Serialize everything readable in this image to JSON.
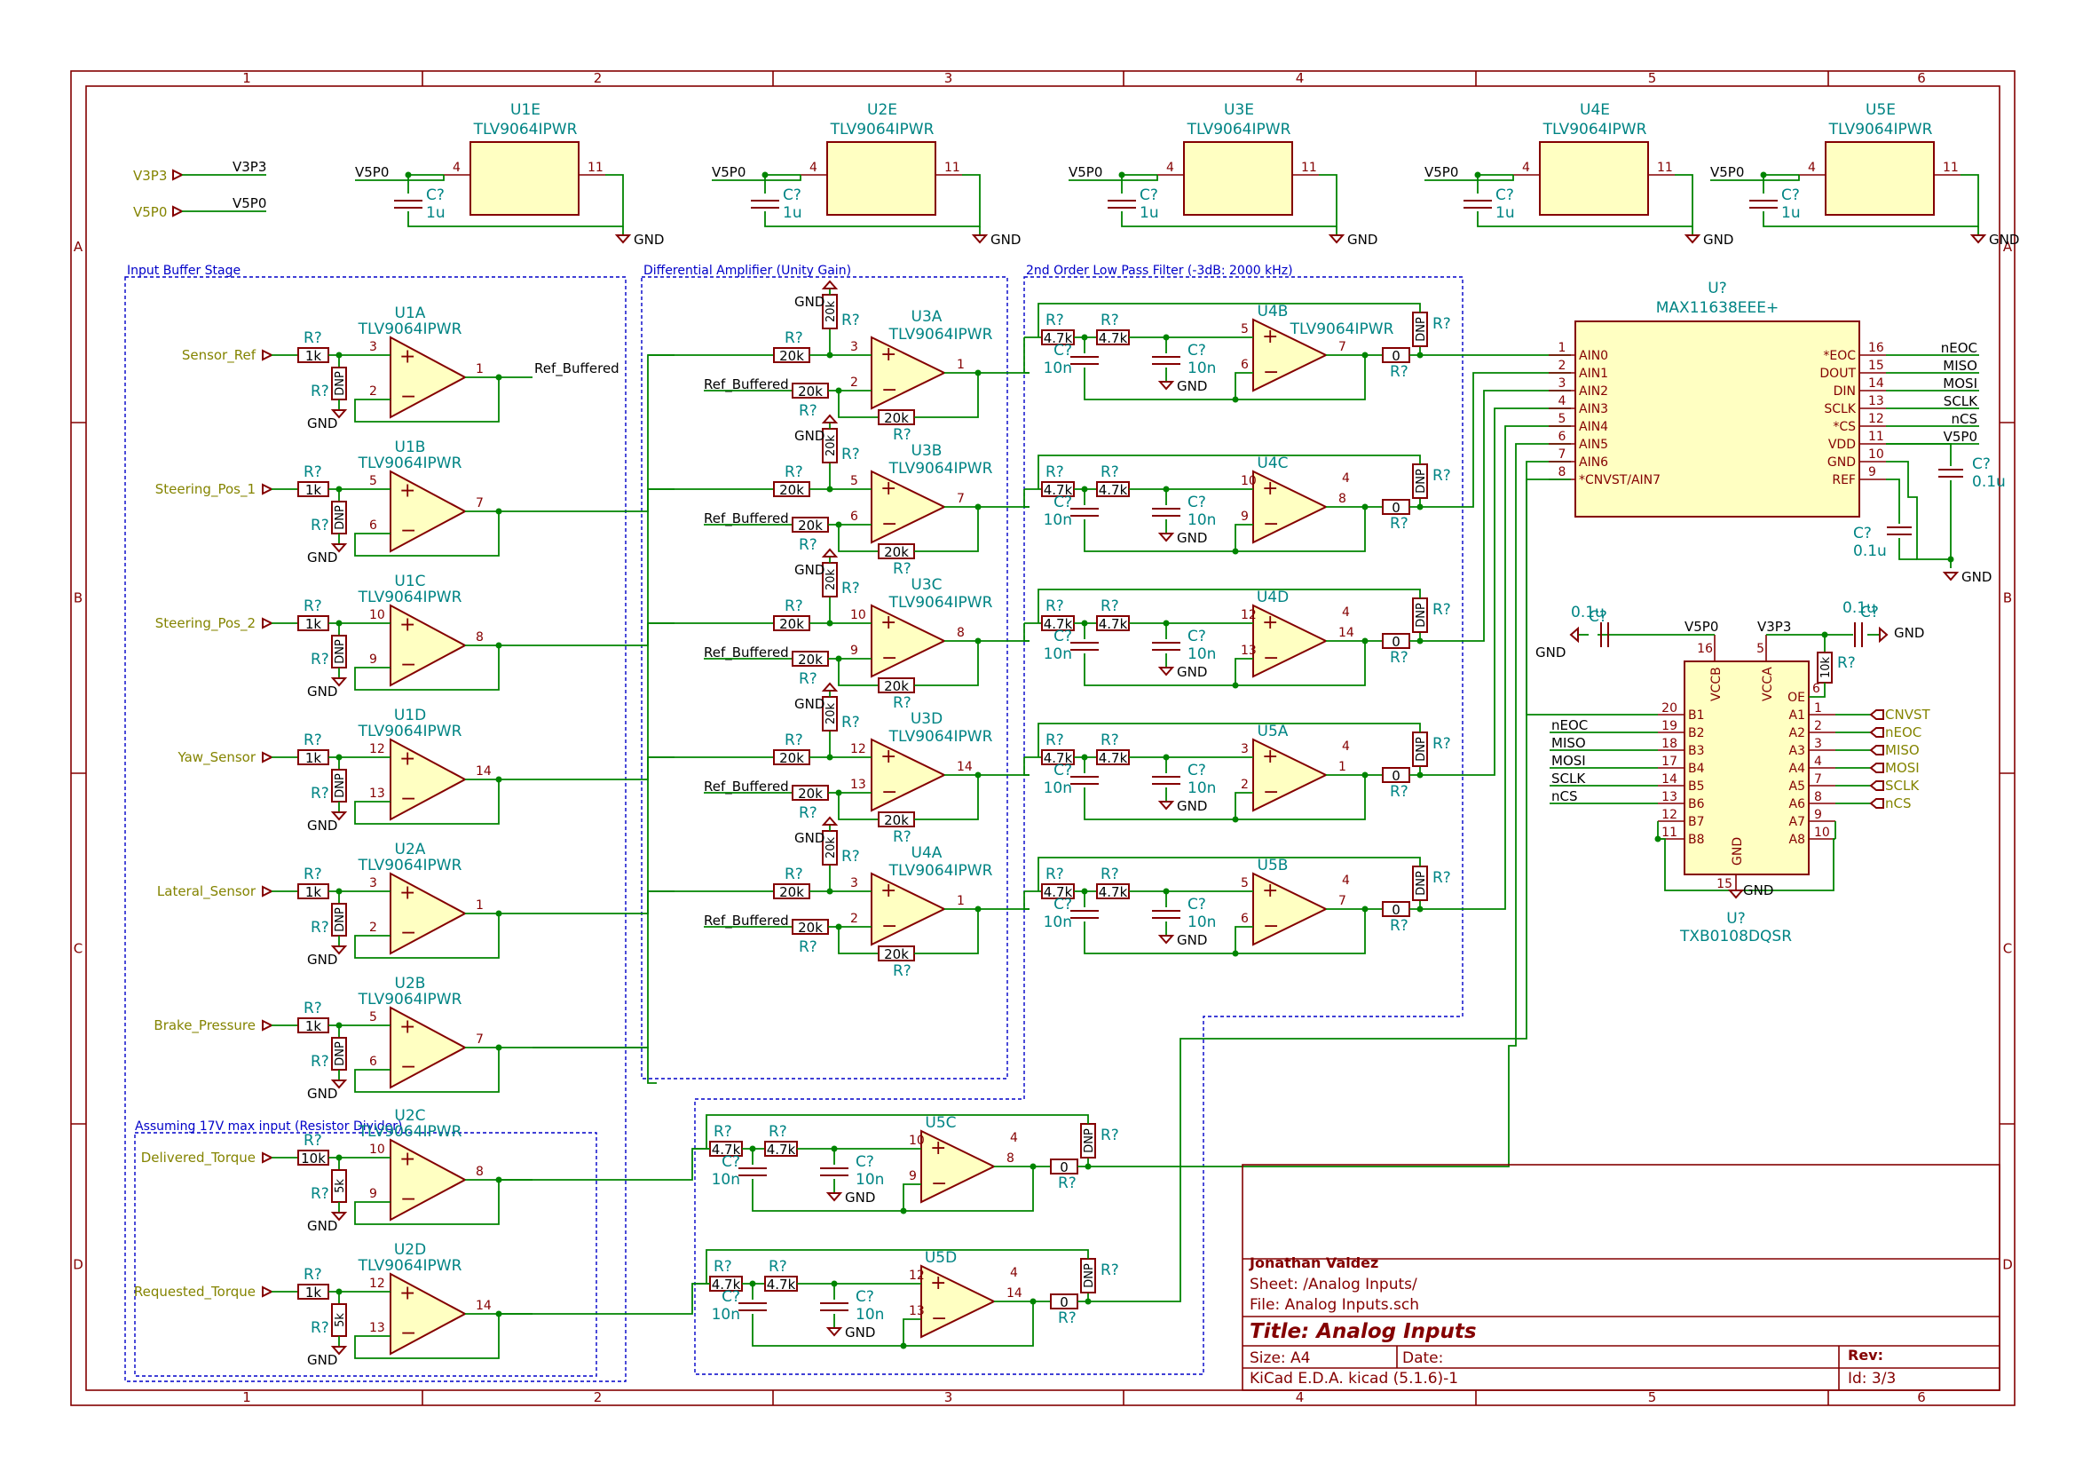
{
  "frame": {
    "columns": [
      "1",
      "2",
      "3",
      "4",
      "5",
      "6"
    ],
    "rows": [
      "A",
      "B",
      "C",
      "D"
    ]
  },
  "title_block": {
    "author": "Jonathan Valdez",
    "sheet_path": "Sheet: /Analog Inputs/",
    "file": "File: Analog Inputs.sch",
    "title": "Title: Analog Inputs",
    "size": "Size: A4",
    "date": "Date:",
    "rev": "Rev:",
    "tool": "KiCad E.D.A.  kicad (5.1.6)-1",
    "id": "Id: 3/3"
  },
  "power_units": [
    {
      "ref": "U1E",
      "value": "TLV9064IPWR",
      "vin": "V5P0",
      "pin_in": "4",
      "pin_out": "11",
      "cap_ref": "C?",
      "cap_val": "1u",
      "gnd": "GND"
    },
    {
      "ref": "U2E",
      "value": "TLV9064IPWR",
      "vin": "V5P0",
      "pin_in": "4",
      "pin_out": "11",
      "cap_ref": "C?",
      "cap_val": "1u",
      "gnd": "GND"
    },
    {
      "ref": "U3E",
      "value": "TLV9064IPWR",
      "vin": "V5P0",
      "pin_in": "4",
      "pin_out": "11",
      "cap_ref": "C?",
      "cap_val": "1u",
      "gnd": "GND"
    },
    {
      "ref": "U4E",
      "value": "TLV9064IPWR",
      "vin": "V5P0",
      "pin_in": "4",
      "pin_out": "11",
      "cap_ref": "C?",
      "cap_val": "1u",
      "gnd": "GND"
    },
    {
      "ref": "U5E",
      "value": "TLV9064IPWR",
      "vin": "V5P0",
      "pin_in": "4",
      "pin_out": "11",
      "cap_ref": "C?",
      "cap_val": "1u",
      "gnd": "GND"
    }
  ],
  "rails": [
    {
      "port": "V3P3",
      "net": "V3P3"
    },
    {
      "port": "V5P0",
      "net": "V5P0"
    }
  ],
  "sections": {
    "input_buffer": "Input Buffer Stage",
    "diff_amp": "Differential Amplifier (Unity Gain)",
    "lpf": "2nd Order Low Pass Filter (-3dB: 2000 kHz)",
    "divider": "Assuming 17V max input (Resistor Divider)"
  },
  "buffers": [
    {
      "ref": "U1A",
      "value": "TLV9064IPWR",
      "label": "Sensor_Ref",
      "r1": "1k",
      "r2": "DNP",
      "pin_p": "3",
      "pin_n": "2",
      "pin_o": "1",
      "net": "Ref_Buffered"
    },
    {
      "ref": "U1B",
      "value": "TLV9064IPWR",
      "label": "Steering_Pos_1",
      "r1": "1k",
      "r2": "DNP",
      "pin_p": "5",
      "pin_n": "6",
      "pin_o": "7",
      "net": ""
    },
    {
      "ref": "U1C",
      "value": "TLV9064IPWR",
      "label": "Steering_Pos_2",
      "r1": "1k",
      "r2": "DNP",
      "pin_p": "10",
      "pin_n": "9",
      "pin_o": "8",
      "net": ""
    },
    {
      "ref": "U1D",
      "value": "TLV9064IPWR",
      "label": "Yaw_Sensor",
      "r1": "1k",
      "r2": "DNP",
      "pin_p": "12",
      "pin_n": "13",
      "pin_o": "14",
      "net": ""
    },
    {
      "ref": "U2A",
      "value": "TLV9064IPWR",
      "label": "Lateral_Sensor",
      "r1": "1k",
      "r2": "DNP",
      "pin_p": "3",
      "pin_n": "2",
      "pin_o": "1",
      "net": ""
    },
    {
      "ref": "U2B",
      "value": "TLV9064IPWR",
      "label": "Brake_Pressure",
      "r1": "1k",
      "r2": "DNP",
      "pin_p": "5",
      "pin_n": "6",
      "pin_o": "7",
      "net": ""
    },
    {
      "ref": "U2C",
      "value": "TLV9064IPWR",
      "label": "Delivered_Torque",
      "r1": "10k",
      "r2": "5k",
      "pin_p": "10",
      "pin_n": "9",
      "pin_o": "8",
      "net": ""
    },
    {
      "ref": "U2D",
      "value": "TLV9064IPWR",
      "label": "Requested_Torque",
      "r1": "1k",
      "r2": "5k",
      "pin_p": "12",
      "pin_n": "13",
      "pin_o": "14",
      "net": ""
    }
  ],
  "diffamps": [
    {
      "ref": "U3A",
      "value": "TLV9064IPWR",
      "rin": "20k",
      "rref": "20k",
      "rg": "20k",
      "rf": "20k",
      "pin_p": "3",
      "pin_n": "2",
      "pin_o": "1",
      "ref_net": "Ref_Buffered",
      "gnd": "GND",
      "rdes": "R?"
    },
    {
      "ref": "U3B",
      "value": "TLV9064IPWR",
      "rin": "20k",
      "rref": "20k",
      "rg": "20k",
      "rf": "20k",
      "pin_p": "5",
      "pin_n": "6",
      "pin_o": "7",
      "ref_net": "Ref_Buffered",
      "gnd": "GND",
      "rdes": "R?"
    },
    {
      "ref": "U3C",
      "value": "TLV9064IPWR",
      "rin": "20k",
      "rref": "20k",
      "rg": "20k",
      "rf": "20k",
      "pin_p": "10",
      "pin_n": "9",
      "pin_o": "8",
      "ref_net": "Ref_Buffered",
      "gnd": "GND",
      "rdes": "R?"
    },
    {
      "ref": "U3D",
      "value": "TLV9064IPWR",
      "rin": "20k",
      "rref": "20k",
      "rg": "20k",
      "rf": "20k",
      "pin_p": "12",
      "pin_n": "13",
      "pin_o": "14",
      "ref_net": "Ref_Buffered",
      "gnd": "GND",
      "rdes": "R?"
    },
    {
      "ref": "U4A",
      "value": "TLV9064IPWR",
      "rin": "20k",
      "rref": "20k",
      "rg": "20k",
      "rf": "20k",
      "pin_p": "3",
      "pin_n": "2",
      "pin_o": "1",
      "ref_net": "Ref_Buffered",
      "gnd": "GND",
      "rdes": "R?"
    }
  ],
  "filters": [
    {
      "ref": "U4B",
      "value": "TLV9064IPWR",
      "r1": "4.7k",
      "r2": "4.7k",
      "c1": "10n",
      "c2": "10n",
      "pin_p": "5",
      "pin_n": "6",
      "pin_o": "7",
      "pwr": "",
      "rs": "0",
      "rdnp": "DNP",
      "gnd": "GND"
    },
    {
      "ref": "U4C",
      "value": "",
      "r1": "4.7k",
      "r2": "4.7k",
      "c1": "10n",
      "c2": "10n",
      "pin_p": "10",
      "pin_n": "9",
      "pin_o": "8",
      "pwr": "4",
      "rs": "0",
      "rdnp": "DNP",
      "gnd": "GND"
    },
    {
      "ref": "U4D",
      "value": "",
      "r1": "4.7k",
      "r2": "4.7k",
      "c1": "10n",
      "c2": "10n",
      "pin_p": "12",
      "pin_n": "13",
      "pin_o": "14",
      "pwr": "4",
      "rs": "0",
      "rdnp": "DNP",
      "gnd": "GND"
    },
    {
      "ref": "U5A",
      "value": "",
      "r1": "4.7k",
      "r2": "4.7k",
      "c1": "10n",
      "c2": "10n",
      "pin_p": "3",
      "pin_n": "2",
      "pin_o": "1",
      "pwr": "4",
      "rs": "0",
      "rdnp": "DNP",
      "gnd": "GND"
    },
    {
      "ref": "U5B",
      "value": "",
      "r1": "4.7k",
      "r2": "4.7k",
      "c1": "10n",
      "c2": "10n",
      "pin_p": "5",
      "pin_n": "6",
      "pin_o": "7",
      "pwr": "4",
      "rs": "0",
      "rdnp": "DNP",
      "gnd": "GND"
    },
    {
      "ref": "U5C",
      "value": "",
      "r1": "4.7k",
      "r2": "4.7k",
      "c1": "10n",
      "c2": "10n",
      "pin_p": "10",
      "pin_n": "9",
      "pin_o": "8",
      "pwr": "4",
      "rs": "0",
      "rdnp": "DNP",
      "gnd": "GND"
    },
    {
      "ref": "U5D",
      "value": "",
      "r1": "4.7k",
      "r2": "4.7k",
      "c1": "10n",
      "c2": "10n",
      "pin_p": "12",
      "pin_n": "13",
      "pin_o": "14",
      "pwr": "4",
      "rs": "0",
      "rdnp": "DNP",
      "gnd": "GND"
    }
  ],
  "adc": {
    "ref": "U?",
    "value": "MAX11638EEE+",
    "left_pins": [
      {
        "num": "1",
        "name": "AIN0"
      },
      {
        "num": "2",
        "name": "AIN1"
      },
      {
        "num": "3",
        "name": "AIN2"
      },
      {
        "num": "4",
        "name": "AIN3"
      },
      {
        "num": "5",
        "name": "AIN4"
      },
      {
        "num": "6",
        "name": "AIN5"
      },
      {
        "num": "7",
        "name": "AIN6"
      },
      {
        "num": "8",
        "name": "*CNVST/AIN7"
      }
    ],
    "right_pins": [
      {
        "num": "16",
        "name": "*EOC",
        "net": "nEOC"
      },
      {
        "num": "15",
        "name": "DOUT",
        "net": "MISO"
      },
      {
        "num": "14",
        "name": "DIN",
        "net": "MOSI"
      },
      {
        "num": "13",
        "name": "SCLK",
        "net": "SCLK"
      },
      {
        "num": "12",
        "name": "*CS",
        "net": "nCS"
      },
      {
        "num": "11",
        "name": "VDD",
        "net": "V5P0"
      },
      {
        "num": "10",
        "name": "GND",
        "net": ""
      },
      {
        "num": "9",
        "name": "REF",
        "net": ""
      }
    ],
    "cap_vdd": {
      "ref": "C?",
      "value": "0.1u"
    },
    "cap_ref": {
      "ref": "C?",
      "value": "0.1u"
    },
    "gnd": "GND"
  },
  "level_shifter": {
    "ref": "U?",
    "value": "TXB0108DQSR",
    "vccb": "VCCB",
    "vccb_pin": "16",
    "vcca": "VCCA",
    "vcca_pin": "5",
    "gnd_name": "GND",
    "gnd_pin": "15",
    "oe": "OE",
    "oe_pin": "6",
    "r_oe": {
      "ref": "R?",
      "value": "10k"
    },
    "cap_b": {
      "ref": "C?",
      "value": "0.1u",
      "gnd": "GND",
      "rail": "V5P0"
    },
    "cap_a": {
      "ref": "C?",
      "value": "0.1u",
      "gnd": "GND",
      "rail": "V3P3"
    },
    "b_pins": [
      {
        "num": "20",
        "name": "B1",
        "net": ""
      },
      {
        "num": "19",
        "name": "B2",
        "net": "nEOC"
      },
      {
        "num": "18",
        "name": "B3",
        "net": "MISO"
      },
      {
        "num": "17",
        "name": "B4",
        "net": "MOSI"
      },
      {
        "num": "14",
        "name": "B5",
        "net": "SCLK"
      },
      {
        "num": "13",
        "name": "B6",
        "net": "nCS"
      },
      {
        "num": "12",
        "name": "B7",
        "net": ""
      },
      {
        "num": "11",
        "name": "B8",
        "net": ""
      }
    ],
    "a_pins": [
      {
        "num": "1",
        "name": "A1",
        "port": "CNVST"
      },
      {
        "num": "2",
        "name": "A2",
        "port": "nEOC"
      },
      {
        "num": "3",
        "name": "A3",
        "port": "MISO"
      },
      {
        "num": "4",
        "name": "A4",
        "port": "MOSI"
      },
      {
        "num": "7",
        "name": "A5",
        "port": "SCLK"
      },
      {
        "num": "8",
        "name": "A6",
        "port": "nCS"
      },
      {
        "num": "9",
        "name": "A7",
        "port": ""
      },
      {
        "num": "10",
        "name": "A8",
        "port": ""
      }
    ],
    "gnd_net": "GND"
  },
  "labels": {
    "rdes": "R?",
    "cdes": "C?",
    "dnp": "DNP",
    "gnd": "GND"
  }
}
